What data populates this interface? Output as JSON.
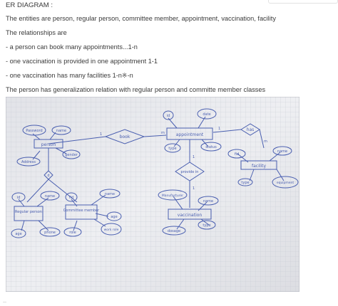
{
  "content": {
    "heading": "ER DIAGRAM :",
    "entities_line": "The entities are person, regular person, committee member, appointment, vaccination, facility",
    "relationships_heading": "The relationships are",
    "relationships": [
      "- a person can book many appointments...1-n",
      "- one vaccination is provided in one appointment 1-1",
      "- one vaccination has many facilities 1-n※-n"
    ],
    "generalization_line": "The person has generalization relation with regular person and committe member classes"
  },
  "photo": {
    "entities": {
      "person": "person",
      "appointment": "appointment",
      "facility": "facility",
      "regular_person": "Regular person",
      "committee_member": "Committee member",
      "vaccination": "vaccination"
    },
    "relationships": {
      "book": "book",
      "has": "has",
      "provide": "provide in"
    },
    "attributes": {
      "password": "Password",
      "name": "name",
      "address": "Address",
      "gender": "gender",
      "appt_id": "id",
      "date": "date",
      "type": "type",
      "status": "status",
      "fac_id": "fid",
      "fac_name": "name",
      "fac_type": "type",
      "equipment": "equipment",
      "vacc_name": "name",
      "manufacturer": "Manufacturer",
      "vacc_type": "type",
      "dosage": "dosage",
      "rp_id": "id",
      "rp_name": "name",
      "age": "age",
      "phone": "phone",
      "cm_name": "name",
      "role": "role",
      "cm_age": "age",
      "work_role": "work role"
    },
    "cardinality": {
      "book_person": "1",
      "book_appt": "m",
      "has_appt": "1",
      "has_fac": "m",
      "prov_appt": "1",
      "prov_vacc": "1"
    },
    "specialization_mark": "d"
  },
  "footer": {
    "mark": "—"
  },
  "colors": {
    "ink": "#4a5fb0",
    "paper": "#e9eaee",
    "text": "#3a3a3a"
  }
}
